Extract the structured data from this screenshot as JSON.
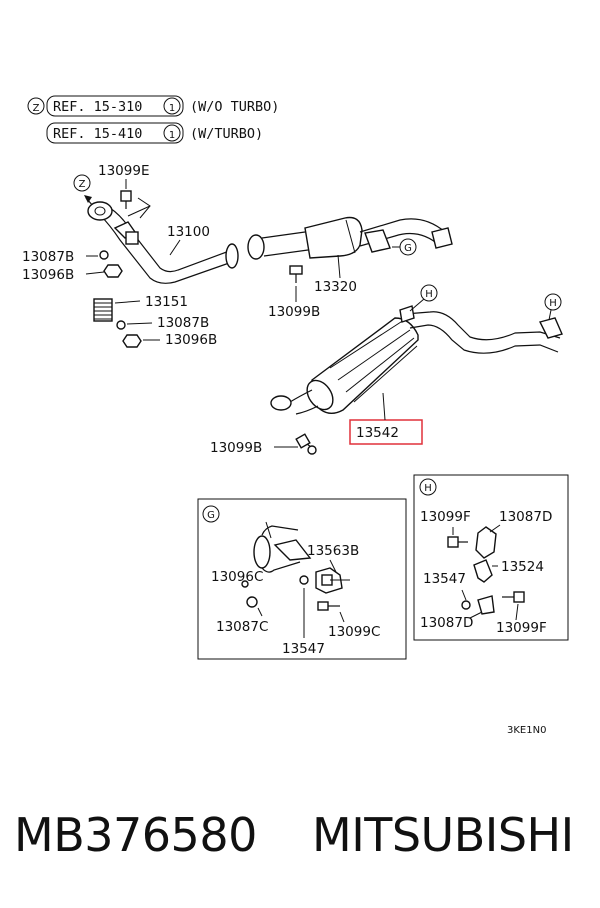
{
  "refs": [
    {
      "circle_left": "Z",
      "text": "REF. 15-310",
      "circle_right": "1",
      "note": "(W/O TURBO)"
    },
    {
      "circle_left": "",
      "text": "REF. 15-410",
      "circle_right": "1",
      "note": "(W/TURBO)"
    }
  ],
  "callouts": {
    "z": "Z",
    "g": "G",
    "h": "H"
  },
  "parts": {
    "p13099E": "13099E",
    "p13100": "13100",
    "p13087B_1": "13087B",
    "p13096B_1": "13096B",
    "p13151": "13151",
    "p13087B_2": "13087B",
    "p13096B_2": "13096B",
    "p13320": "13320",
    "p13099B_1": "13099B",
    "p13542": "13542",
    "p13099B_2": "13099B"
  },
  "detail_g": {
    "title": "G",
    "p13563B": "13563B",
    "p13096C": "13096C",
    "p13087C": "13087C",
    "p13099C": "13099C",
    "p13547": "13547"
  },
  "detail_h": {
    "title": "H",
    "p13099F_1": "13099F",
    "p13087D_1": "13087D",
    "p13524": "13524",
    "p13547": "13547",
    "p13087D_2": "13087D",
    "p13099F_2": "13099F"
  },
  "diagram_code": "3KE1N0",
  "footer": {
    "part_number": "MB376580",
    "brand": "MITSUBISHI"
  },
  "colors": {
    "highlight": "#e0303a",
    "line": "#111111"
  }
}
